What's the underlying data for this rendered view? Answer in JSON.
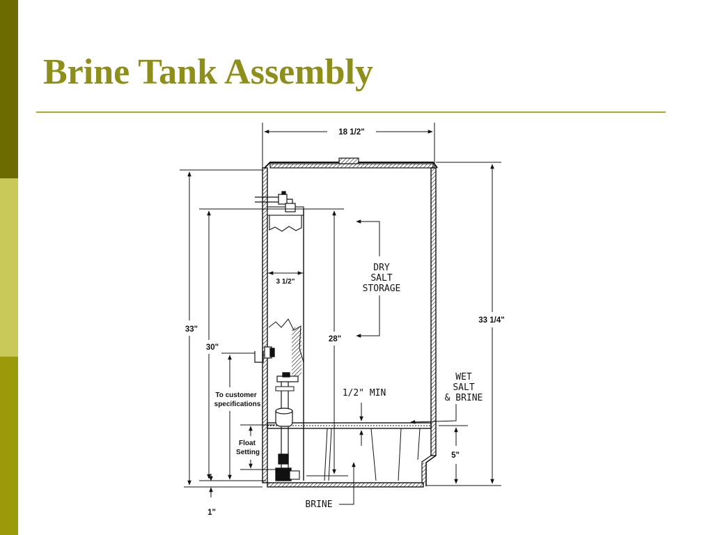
{
  "slide": {
    "title": "Brine Tank Assembly",
    "accent_color": "#8e8e1a"
  },
  "diagram": {
    "width_top": "18 1/2\"",
    "height_33": "33\"",
    "height_30": "30\"",
    "height_28": "28\"",
    "height_33_14": "33 1/4\"",
    "well_width": "3 1/2\"",
    "dry_salt": [
      "DRY",
      "SALT",
      "STORAGE"
    ],
    "wet_salt": [
      "WET",
      "SALT",
      "& BRINE"
    ],
    "half_min": "1/2\" MIN",
    "customer": [
      "To customer",
      "specifications"
    ],
    "float": [
      "Float",
      "Setting"
    ],
    "five_in": "5\"",
    "one_in": "1\"",
    "brine": "BRINE"
  }
}
